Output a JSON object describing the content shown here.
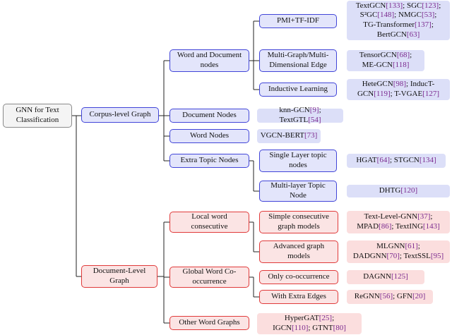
{
  "root": {
    "label": "GNN for Text Classification"
  },
  "branches": [
    {
      "label": "Corpus-level Graph",
      "children": [
        {
          "label": "Word and Document nodes",
          "children": [
            {
              "label": "PMI+TF-IDF",
              "leaf": [
                [
                  {
                    "t": "TextGCN"
                  },
                  {
                    "r": "[133]"
                  },
                  {
                    "t": "; SGC"
                  },
                  {
                    "r": "[123]"
                  },
                  {
                    "t": ";"
                  }
                ],
                [
                  {
                    "t": "S²GC"
                  },
                  {
                    "r": "[148]"
                  },
                  {
                    "t": "; NMGC"
                  },
                  {
                    "r": "[53]"
                  },
                  {
                    "t": ";"
                  }
                ],
                [
                  {
                    "t": "TG-Transformer"
                  },
                  {
                    "r": "[137]"
                  },
                  {
                    "t": ";"
                  }
                ],
                [
                  {
                    "t": "BertGCN"
                  },
                  {
                    "r": "[63]"
                  }
                ]
              ]
            },
            {
              "label": "Multi-Graph/Multi-Dimensional Edge",
              "leaf": [
                [
                  {
                    "t": "TensorGCN"
                  },
                  {
                    "r": "[68]"
                  },
                  {
                    "t": ";"
                  }
                ],
                [
                  {
                    "t": "ME-GCN"
                  },
                  {
                    "r": "[118]"
                  }
                ]
              ]
            },
            {
              "label": "Inductive Learning",
              "leaf": [
                [
                  {
                    "t": "HeteGCN"
                  },
                  {
                    "r": "[98]"
                  },
                  {
                    "t": "; InducT-"
                  }
                ],
                [
                  {
                    "t": "GCN"
                  },
                  {
                    "r": "[119]"
                  },
                  {
                    "t": "; T-VGAE"
                  },
                  {
                    "r": "[127]"
                  }
                ]
              ]
            }
          ]
        },
        {
          "label": "Document Nodes",
          "leaf": [
            [
              {
                "t": "knn-GCN"
              },
              {
                "r": "[9]"
              },
              {
                "t": "; TextGTL"
              },
              {
                "r": "[54]"
              }
            ]
          ]
        },
        {
          "label": "Word Nodes",
          "leaf": [
            [
              {
                "t": "VGCN-BERT"
              },
              {
                "r": "[73]"
              }
            ]
          ]
        },
        {
          "label": "Extra Topic Nodes",
          "children": [
            {
              "label": "Single Layer topic nodes",
              "leaf": [
                [
                  {
                    "t": "HGAT"
                  },
                  {
                    "r": "[64]"
                  },
                  {
                    "t": "; STGCN"
                  },
                  {
                    "r": "[134]"
                  }
                ]
              ]
            },
            {
              "label": "Multi-layer Topic Node",
              "leaf": [
                [
                  {
                    "t": "DHTG"
                  },
                  {
                    "r": "[120]"
                  }
                ]
              ]
            }
          ]
        }
      ]
    },
    {
      "label": "Document-Level Graph",
      "children": [
        {
          "label": "Local word consecutive",
          "children": [
            {
              "label": "Simple consecutive graph models",
              "leaf": [
                [
                  {
                    "t": "Text-Level-GNN"
                  },
                  {
                    "r": "[37]"
                  },
                  {
                    "t": ";"
                  }
                ],
                [
                  {
                    "t": "MPAD"
                  },
                  {
                    "r": "[86]"
                  },
                  {
                    "t": "; TextING"
                  },
                  {
                    "r": "[143]"
                  }
                ]
              ]
            },
            {
              "label": "Advanced graph models",
              "leaf": [
                [
                  {
                    "t": "MLGNN"
                  },
                  {
                    "r": "[61]"
                  },
                  {
                    "t": ";"
                  }
                ],
                [
                  {
                    "t": "DADGNN"
                  },
                  {
                    "r": "[70]"
                  },
                  {
                    "t": "; TextSSL"
                  },
                  {
                    "r": "[95]"
                  }
                ]
              ]
            }
          ]
        },
        {
          "label": "Global Word Co-occurrence",
          "children": [
            {
              "label": "Only co-occurrence",
              "leaf": [
                [
                  {
                    "t": "DAGNN"
                  },
                  {
                    "r": "[125]"
                  }
                ]
              ]
            },
            {
              "label": "With Extra Edges",
              "leaf": [
                [
                  {
                    "t": "ReGNN"
                  },
                  {
                    "r": "[56]"
                  },
                  {
                    "t": "; GFN"
                  },
                  {
                    "r": "[20]"
                  }
                ]
              ]
            }
          ]
        },
        {
          "label": "Other Word Graphs",
          "leaf": [
            [
              {
                "t": "HyperGAT"
              },
              {
                "r": "[25]"
              },
              {
                "t": ";"
              }
            ],
            [
              {
                "t": "IGCN"
              },
              {
                "r": "[110]"
              },
              {
                "t": "; GTNT"
              },
              {
                "r": "[80]"
              }
            ]
          ]
        }
      ]
    }
  ]
}
